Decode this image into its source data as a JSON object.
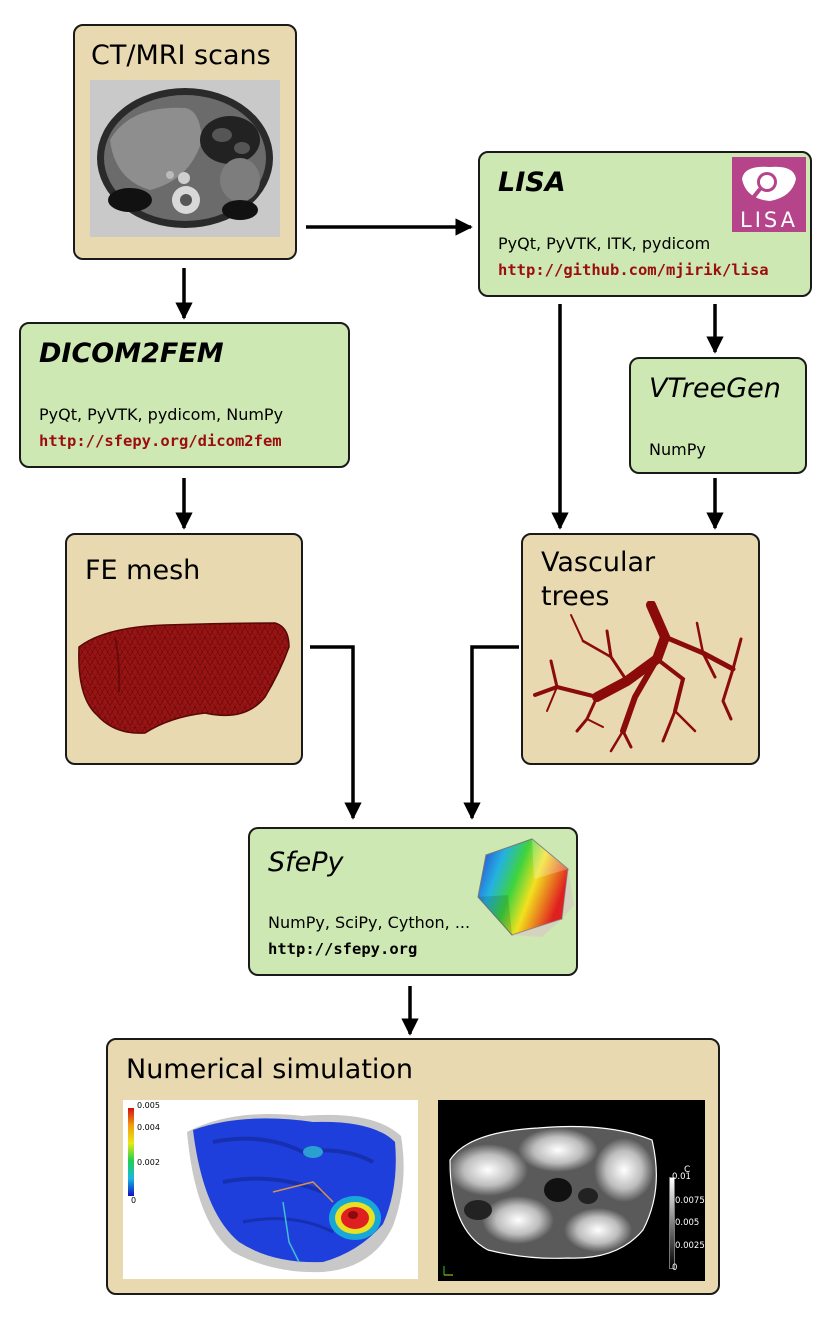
{
  "nodes": {
    "ct_scans": {
      "title": "CT/MRI scans"
    },
    "lisa": {
      "title": "LISA",
      "deps": "PyQt, PyVTK, ITK, pydicom",
      "url": "http://github.com/mjirik/lisa",
      "logo_text": "LISA"
    },
    "dicom2fem": {
      "title": "DICOM2FEM",
      "deps": "PyQt, PyVTK, pydicom, NumPy",
      "url": "http://sfepy.org/dicom2fem"
    },
    "vtreegen": {
      "title": "VTreeGen",
      "deps": "NumPy"
    },
    "fe_mesh": {
      "title": "FE mesh"
    },
    "vascular_trees": {
      "title_line1": "Vascular",
      "title_line2": "trees"
    },
    "sfepy": {
      "title": "SfePy",
      "deps": "NumPy, SciPy, Cython, ...",
      "url": "http://sfepy.org"
    },
    "numerical_simulation": {
      "title": "Numerical simulation",
      "left_colorbar_ticks": [
        "0.005",
        "0.004",
        "0.002",
        "0"
      ],
      "right_colorbar_label": "C",
      "right_colorbar_ticks": [
        "0.01",
        "0.0075",
        "0.005",
        "0.0025",
        "0"
      ]
    }
  },
  "colors": {
    "input_box": "#e8d9b0",
    "tool_box": "#cde8b2",
    "url_red": "#9c0d0d",
    "lisa_logo": "#b5448a",
    "mesh_red": "#9a1414"
  }
}
